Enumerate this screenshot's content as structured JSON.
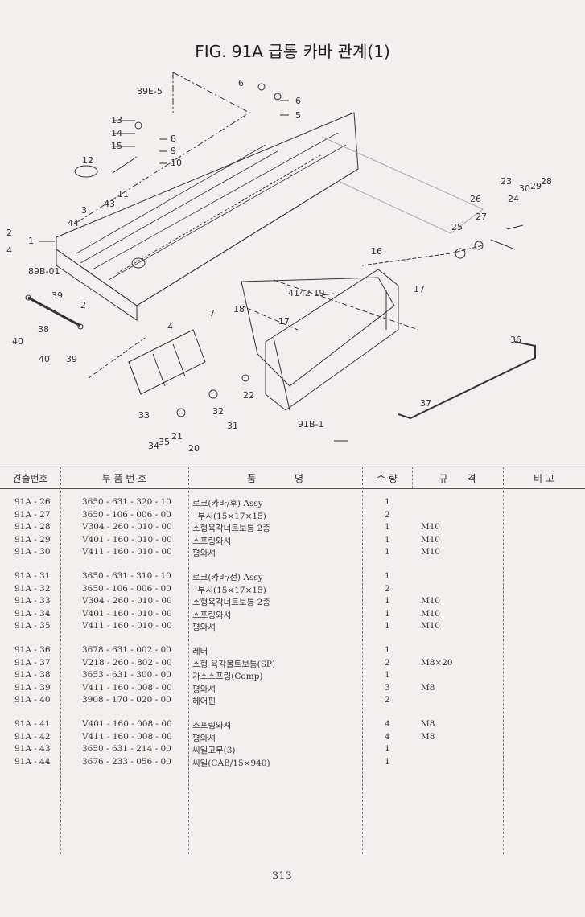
{
  "title": "FIG. 91A 급통 카바 관계(1)",
  "diagram": {
    "callouts": [
      "6",
      "6",
      "5",
      "89E-5",
      "13",
      "14",
      "15",
      "8",
      "9",
      "10",
      "12",
      "11",
      "43",
      "3",
      "44",
      "1",
      "2",
      "4",
      "89B-01",
      "39",
      "2",
      "38",
      "40",
      "40",
      "39",
      "4",
      "7",
      "18",
      "4142 19",
      "17",
      "17",
      "16",
      "25",
      "26",
      "27",
      "23",
      "24",
      "30",
      "29",
      "28",
      "22",
      "32",
      "31",
      "33",
      "34",
      "35",
      "21",
      "20",
      "36",
      "37",
      "91B-1"
    ]
  },
  "table": {
    "headers": [
      "견출번호",
      "부 품 번 호",
      "품　　　　명",
      "수 량",
      "규　　격",
      "비 고"
    ],
    "groups": [
      [
        {
          "ref": "91A - 26",
          "part": "3650 - 631 - 320 - 10",
          "name": "로크(카바/후) Assy",
          "qty": "1",
          "spec": ""
        },
        {
          "ref": "91A - 27",
          "part": "3650 - 106 - 006 - 00",
          "name": "· 부시(15×17×15)",
          "qty": "2",
          "spec": ""
        },
        {
          "ref": "91A - 28",
          "part": "V304 - 260 - 010 - 00",
          "name": "소형육각너트보통 2종",
          "qty": "1",
          "spec": "M10"
        },
        {
          "ref": "91A - 29",
          "part": "V401 - 160 - 010 - 00",
          "name": "스프링와셔",
          "qty": "1",
          "spec": "M10"
        },
        {
          "ref": "91A - 30",
          "part": "V411 - 160 - 010 - 00",
          "name": "평와셔",
          "qty": "1",
          "spec": "M10"
        }
      ],
      [
        {
          "ref": "91A - 31",
          "part": "3650 - 631 - 310 - 10",
          "name": "로크(카바/전) Assy",
          "qty": "1",
          "spec": ""
        },
        {
          "ref": "91A - 32",
          "part": "3650 - 106 - 006 - 00",
          "name": "· 부시(15×17×15)",
          "qty": "2",
          "spec": ""
        },
        {
          "ref": "91A - 33",
          "part": "V304 - 260 - 010 - 00",
          "name": "소형육각너트보통 2종",
          "qty": "1",
          "spec": "M10"
        },
        {
          "ref": "91A - 34",
          "part": "V401 - 160 - 010 - 00",
          "name": "스프링와셔",
          "qty": "1",
          "spec": "M10"
        },
        {
          "ref": "91A - 35",
          "part": "V411 - 160 - 010 - 00",
          "name": "평와셔",
          "qty": "1",
          "spec": "M10"
        }
      ],
      [
        {
          "ref": "91A - 36",
          "part": "3678 - 631 - 002 - 00",
          "name": "레버",
          "qty": "1",
          "spec": ""
        },
        {
          "ref": "91A - 37",
          "part": "V218 - 260 - 802 - 00",
          "name": "소형 육각볼트보통(SP)",
          "qty": "2",
          "spec": "M8×20"
        },
        {
          "ref": "91A - 38",
          "part": "3653 - 631 - 300 - 00",
          "name": "가스스프링(Comp)",
          "qty": "1",
          "spec": ""
        },
        {
          "ref": "91A - 39",
          "part": "V411 - 160 - 008 - 00",
          "name": "평와셔",
          "qty": "3",
          "spec": "M8"
        },
        {
          "ref": "91A - 40",
          "part": "3908 - 170 - 020 - 00",
          "name": "헤어핀",
          "qty": "2",
          "spec": ""
        }
      ],
      [
        {
          "ref": "91A - 41",
          "part": "V401 - 160 - 008 - 00",
          "name": "스프링와셔",
          "qty": "4",
          "spec": "M8"
        },
        {
          "ref": "91A - 42",
          "part": "V411 - 160 - 008 - 00",
          "name": " 평와셔",
          "qty": "4",
          "spec": "M8"
        },
        {
          "ref": "91A - 43",
          "part": "3650 - 631 - 214 - 00",
          "name": "씨일고무(3)",
          "qty": "1",
          "spec": ""
        },
        {
          "ref": "91A - 44",
          "part": "3676 - 233 - 056 - 00",
          "name": "씨일(CAB/15×940)",
          "qty": "1",
          "spec": ""
        }
      ]
    ]
  },
  "page_number": "313"
}
